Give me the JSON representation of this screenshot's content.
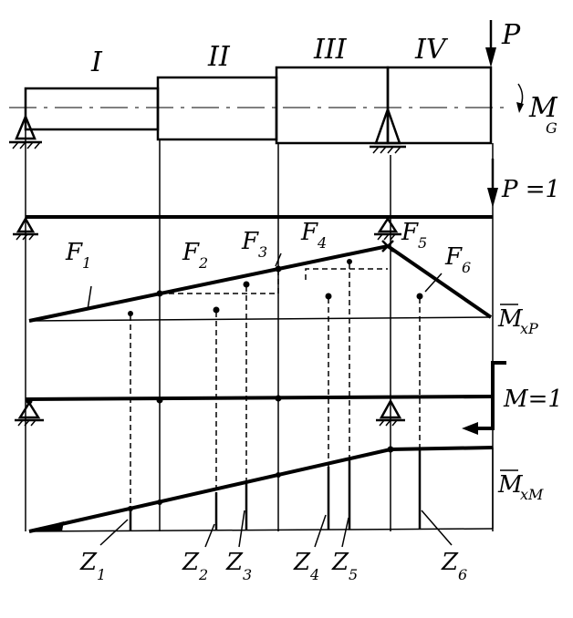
{
  "labels": {
    "sections": [
      "I",
      "II",
      "III",
      "IV"
    ],
    "P": "P",
    "MG": "M",
    "MG_sub": "G",
    "P1": "P =1",
    "M1": "M=1",
    "F1": "F",
    "F1_sub": "1",
    "F2": "F",
    "F2_sub": "2",
    "F3": "F",
    "F3_sub": "3",
    "F4": "F",
    "F4_sub": "4",
    "F5": "F",
    "F5_sub": "5",
    "F6": "F",
    "F6_sub": "6",
    "MxP": "M",
    "MxP_sub": "xP",
    "MxM": "M",
    "MxM_sub": "xM",
    "Z1": "Z",
    "Z1_sub": "1",
    "Z2": "Z",
    "Z2_sub": "2",
    "Z3": "Z",
    "Z3_sub": "3",
    "Z4": "Z",
    "Z4_sub": "4",
    "Z5": "Z",
    "Z5_sub": "5",
    "Z6": "Z",
    "Z6_sub": "6"
  }
}
